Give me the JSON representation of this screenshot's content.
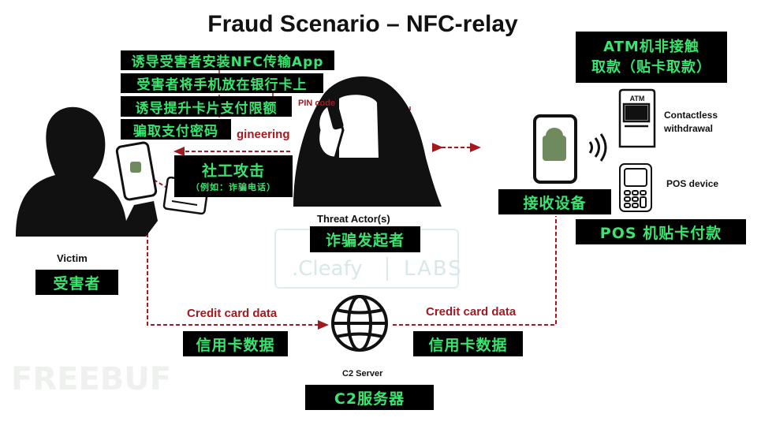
{
  "title": "Fraud Scenario – NFC-relay",
  "steps": [
    "诱导受害者安装NFC传输App",
    "受害者将手机放在银行卡上",
    "诱导提升卡片支付限额",
    "骗取支付密码"
  ],
  "social_attack": {
    "title": "社工攻击",
    "subtitle": "（例如：诈骗电话）"
  },
  "partial_labels": {
    "pin_code": "PIN code",
    "engineering": "gineering"
  },
  "threat_actor": {
    "en": "Threat Actor(s)",
    "zh": "诈骗发起者"
  },
  "victim": {
    "en": "Victim",
    "zh": "受害者"
  },
  "c2": {
    "en": "C2 Server",
    "zh": "C2服务器"
  },
  "credit_left": {
    "en": "Credit card data",
    "zh": "信用卡数据"
  },
  "credit_right": {
    "en": "Credit card data",
    "zh": "信用卡数据"
  },
  "receiver": {
    "zh": "接收设备"
  },
  "atm": {
    "zh_line1": "ATM机非接触",
    "zh_line2": "取款（贴卡取款）",
    "icon_label": "ATM",
    "en_line1": "Contactless",
    "en_line2": "withdrawal"
  },
  "pos": {
    "zh": "POS 机贴卡付款",
    "en": "POS device"
  },
  "watermarks": {
    "cleafy": ".Cleafy",
    "labs": "LABS",
    "freebuf": "FREEBUF"
  },
  "colors": {
    "label_bg": "#000000",
    "label_text": "#39e46f",
    "flow": "#a3191f",
    "android": "#6f8a5e"
  }
}
